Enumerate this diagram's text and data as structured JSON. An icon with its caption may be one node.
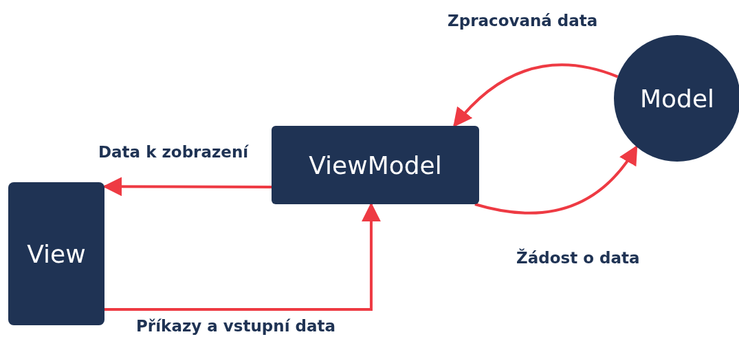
{
  "diagram": {
    "nodes": [
      {
        "text": [
          "View"
        ]
      },
      {
        "text": [
          "ViewModel"
        ]
      },
      {
        "text": [
          "Model"
        ]
      }
    ],
    "edges": [
      {
        "from": 1,
        "to": 0,
        "arrow": "to",
        "label": "Data k zobrazení"
      },
      {
        "from": 0,
        "to": 1,
        "arrow": "to",
        "label": "Příkazy a vstupní data"
      },
      {
        "from": 1,
        "to": 2,
        "arrow": "to",
        "label": "Žádost o data"
      },
      {
        "from": 2,
        "to": 1,
        "arrow": "to",
        "label": "Zpracovaná data"
      }
    ]
  }
}
